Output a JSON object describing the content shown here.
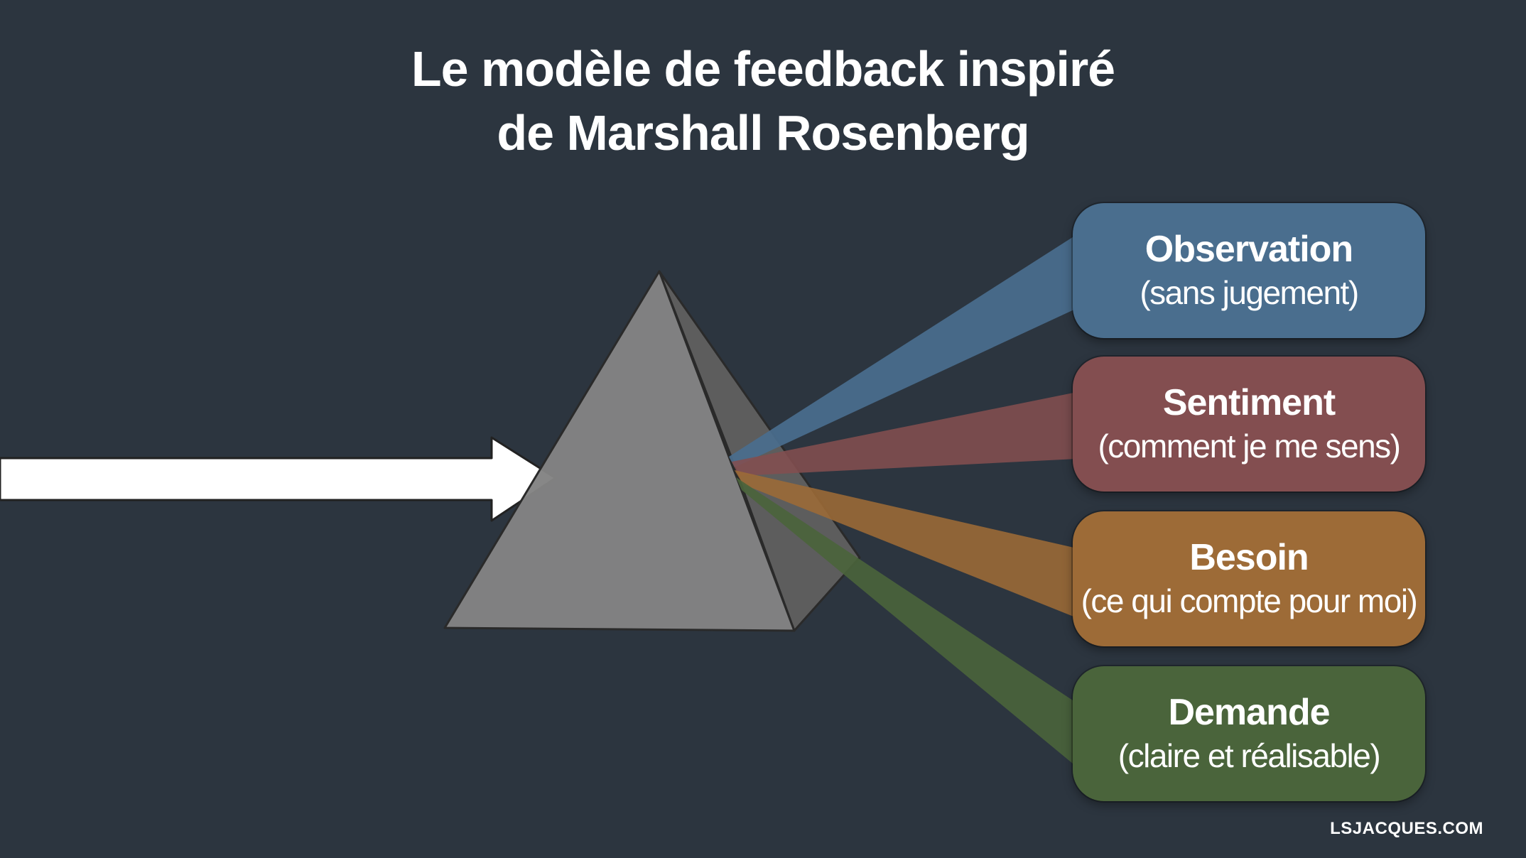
{
  "title": {
    "line1": "Le modèle de feedback inspiré",
    "line2": "de Marshall Rosenberg"
  },
  "boxes": [
    {
      "title": "Observation",
      "subtitle": "(sans jugement)",
      "color": "#4a6e8e"
    },
    {
      "title": "Sentiment",
      "subtitle": "(comment je me sens)",
      "color": "#834e50"
    },
    {
      "title": "Besoin",
      "subtitle": "(ce qui compte pour moi)",
      "color": "#9d6b37"
    },
    {
      "title": "Demande",
      "subtitle": "(claire et réalisable)",
      "color": "#4a643b"
    }
  ],
  "colors": {
    "background": "#2c353f",
    "prism_front": "#838383",
    "prism_side": "#5d5d5d",
    "arrow": "#ffffff"
  },
  "icons": {
    "input_arrow": "arrow-right-icon",
    "prism": "prism-icon"
  },
  "footer": "LSJACQUES.COM"
}
